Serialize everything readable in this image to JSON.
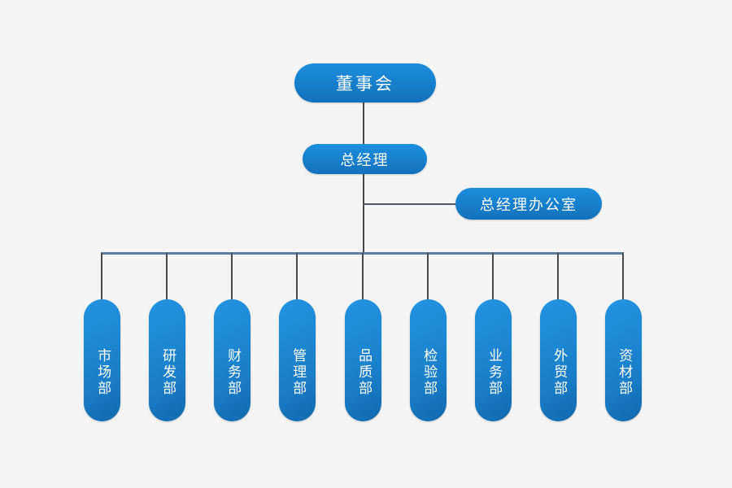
{
  "diagram": {
    "type": "organization-chart",
    "background_color": "#f4f4f4",
    "node_color_light": "#1c8ede",
    "node_color_dark": "#1570ba",
    "connector_color": "#46484a",
    "bus_color": "#5f7f9e",
    "text_color": "#ffffff"
  },
  "nodes": {
    "board": {
      "label": "董事会"
    },
    "general_manager": {
      "label": "总经理"
    },
    "gm_office": {
      "label": "总经理办公室"
    }
  },
  "departments": [
    {
      "label": "市场部"
    },
    {
      "label": "研发部"
    },
    {
      "label": "财务部"
    },
    {
      "label": "管理部"
    },
    {
      "label": "品质部"
    },
    {
      "label": "检验部"
    },
    {
      "label": "业务部"
    },
    {
      "label": "外贸部"
    },
    {
      "label": "资材部"
    }
  ]
}
